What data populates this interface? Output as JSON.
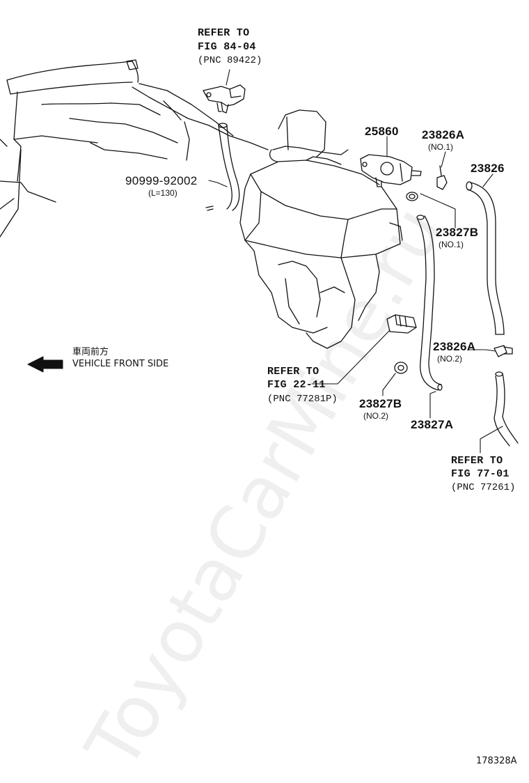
{
  "watermark": "ToyotaCarMine.ru",
  "figure_id": "178328A",
  "direction": {
    "jp": "車両前方",
    "en": "VEHICLE FRONT SIDE"
  },
  "references": {
    "ref1": {
      "line1": "REFER TO",
      "line2": "FIG 84-04",
      "line3": "(PNC 89422)"
    },
    "ref2": {
      "line1": "REFER TO",
      "line2": "FIG 22-11",
      "line3": "(PNC 77281P)"
    },
    "ref3": {
      "line1": "REFER TO",
      "line2": "FIG 77-01",
      "line3": "(PNC 77261)"
    }
  },
  "parts": {
    "p90999": {
      "number": "90999-92002",
      "note": "(L=130)"
    },
    "p25860": {
      "number": "25860"
    },
    "p23826A_1": {
      "number": "23826A",
      "note": "(NO.1)"
    },
    "p23826": {
      "number": "23826"
    },
    "p23827B_1": {
      "number": "23827B",
      "note": "(NO.1)"
    },
    "p23826A_2": {
      "number": "23826A",
      "note": "(NO.2)"
    },
    "p23827B_2": {
      "number": "23827B",
      "note": "(NO.2)"
    },
    "p23827A": {
      "number": "23827A"
    }
  }
}
